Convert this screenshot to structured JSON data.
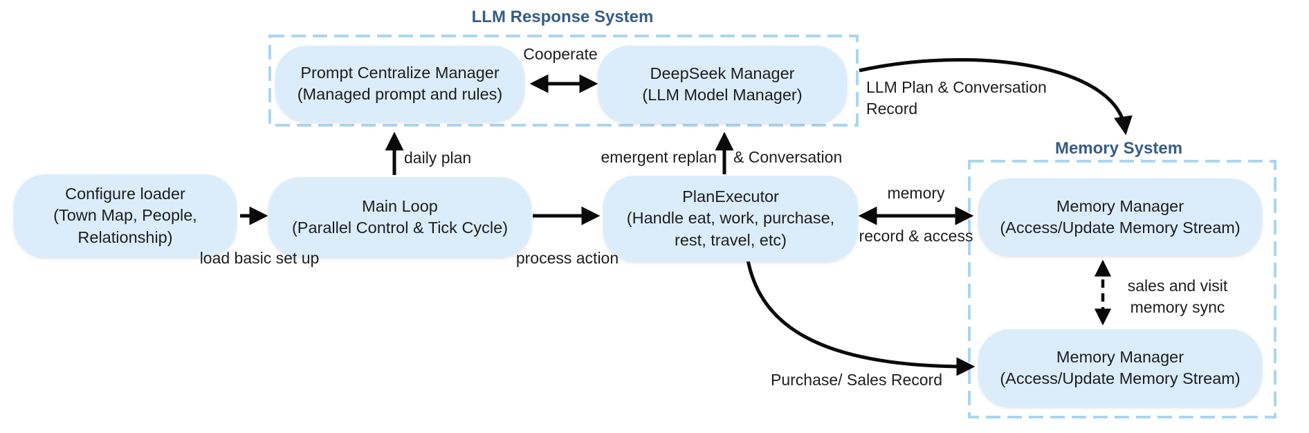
{
  "colors": {
    "background": "#ffffff",
    "node_fill": "#dbedfa",
    "group_border": "#a9d6ef",
    "group_title_text": "#355c87",
    "node_text": "#1d1d1d",
    "arrow": "#0a0a0a"
  },
  "groups": {
    "llm_response_system": {
      "title": "LLM Response System"
    },
    "memory_system": {
      "title": "Memory System"
    }
  },
  "nodes": {
    "prompt_centralize_manager": {
      "lines": [
        "Prompt Centralize Manager",
        "(Managed prompt and rules)"
      ]
    },
    "deepseek_manager": {
      "lines": [
        "DeepSeek Manager",
        "(LLM Model Manager)"
      ]
    },
    "configure_loader": {
      "lines": [
        "Configure loader",
        "(Town Map, People,",
        "Relationship)"
      ]
    },
    "main_loop": {
      "lines": [
        "Main Loop",
        "(Parallel Control & Tick Cycle)"
      ]
    },
    "plan_executor": {
      "lines": [
        "PlanExecutor",
        "(Handle eat, work, purchase,",
        "rest, travel, etc)"
      ]
    },
    "memory_manager_top": {
      "lines": [
        "Memory Manager",
        "(Access/Update Memory Stream)"
      ]
    },
    "memory_manager_bottom": {
      "lines": [
        "Memory Manager",
        "(Access/Update Memory Stream)"
      ]
    }
  },
  "edge_labels": {
    "cooperate": "Cooperate",
    "llm_plan_record": {
      "line1": "LLM Plan & Conversation",
      "line2": "Record"
    },
    "daily_plan": "daily plan",
    "emergent_replan": {
      "left": "emergent replan",
      "right": "& Conversation"
    },
    "load_basic_set_up": "load basic set up",
    "process_action": "process action",
    "memory_record_access": {
      "above": "memory",
      "below": "record & access"
    },
    "sales_visit_sync": {
      "line1": "sales and visit",
      "line2": "memory sync"
    },
    "purchase_sales_record": "Purchase/ Sales Record"
  }
}
